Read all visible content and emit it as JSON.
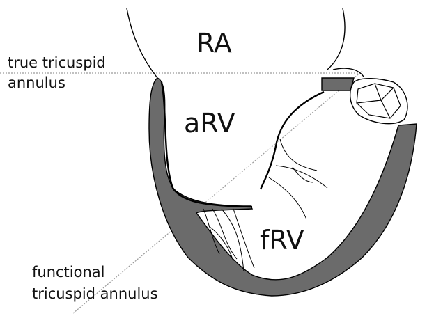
{
  "labels": {
    "ra": "RA",
    "arv": "aRV",
    "frv": "fRV",
    "true_annulus_line1": "true tricuspid",
    "true_annulus_line2": "annulus",
    "functional_annulus_line1": "functional",
    "functional_annulus_line2": "tricuspid annulus"
  },
  "colors": {
    "wall_fill": "#6b6b6b",
    "outline": "#000000",
    "dotted_line": "#9a9a9a",
    "background": "#ffffff"
  }
}
